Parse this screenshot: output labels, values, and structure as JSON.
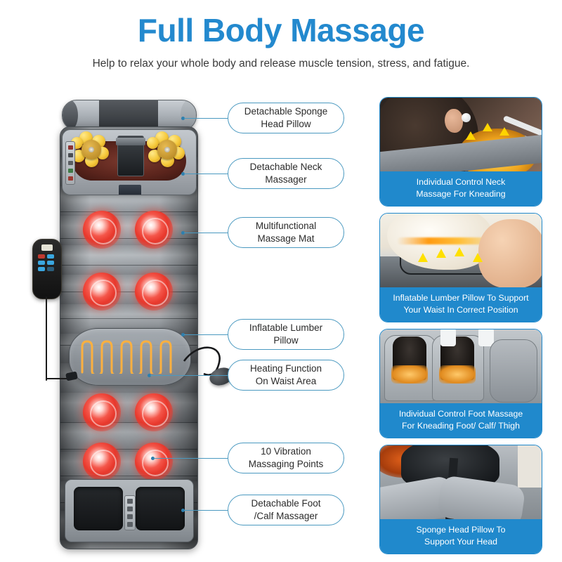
{
  "header": {
    "title": "Full Body Massage",
    "subtitle": "Help to relax your whole body and release muscle tension, stress, and fatigue.",
    "title_color": "#2389CE"
  },
  "theme": {
    "accent_blue": "#2089CC",
    "callout_border": "#4A99C0",
    "heat_orange": "#F5A623",
    "vibration_red": "#E8382C",
    "node_gold": "#F5C83A"
  },
  "callouts": [
    {
      "id": "head-pillow",
      "line1": "Detachable Sponge",
      "line2": "Head Pillow"
    },
    {
      "id": "neck-massager",
      "line1": "Detachable Neck",
      "line2": "Massager"
    },
    {
      "id": "massage-mat",
      "line1": "Multifunctional",
      "line2": "Massage Mat"
    },
    {
      "id": "lumber-pillow",
      "line1": "Inflatable Lumber",
      "line2": "Pillow"
    },
    {
      "id": "heating",
      "line1": "Heating Function",
      "line2": "On Waist Area"
    },
    {
      "id": "vibration",
      "line1": "10 Vibration",
      "line2": "Massaging Points"
    },
    {
      "id": "foot-massager",
      "line1": "Detachable Foot",
      "line2": "/Calf Massager"
    }
  ],
  "cards": [
    {
      "id": "neck",
      "cap_line1": "Individual Control Neck",
      "cap_line2": "Massage For Kneading"
    },
    {
      "id": "lumbar",
      "cap_line1": "Inflatable Lumber Pillow To Support",
      "cap_line2": "Your Waist In Correct Position"
    },
    {
      "id": "foot",
      "cap_line1": "Individual Control Foot Massage",
      "cap_line2": "For Kneading Foot/ Calf/ Thigh"
    },
    {
      "id": "head",
      "cap_line1": "Sponge Head Pillow To",
      "cap_line2": "Support Your Head"
    }
  ],
  "product": {
    "vibration_point_count": "10",
    "alt_head_pillow": "detachable sponge head pillow",
    "alt_neck": "detachable neck massager with gold kneading nodes",
    "alt_remote": "handheld remote controller",
    "alt_lumbar": "inflatable lumbar pillow with heating coil",
    "alt_foot": "detachable foot and calf massager"
  }
}
